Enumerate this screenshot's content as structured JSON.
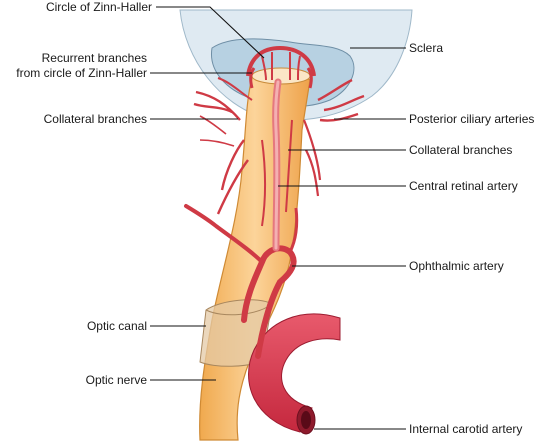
{
  "labels": {
    "circle_zinn_haller": "Circle of Zinn-Haller",
    "recurrent_line1": "Recurrent branches",
    "recurrent_line2": "from circle of Zinn-Haller",
    "collateral_left": "Collateral branches",
    "optic_canal": "Optic canal",
    "optic_nerve": "Optic nerve",
    "sclera": "Sclera",
    "posterior_ciliary": "Posterior ciliary arteries",
    "collateral_right": "Collateral branches",
    "central_retinal": "Central retinal artery",
    "ophthalmic": "Ophthalmic artery",
    "internal_carotid": "Internal carotid artery"
  },
  "colors": {
    "sclera_fill": "#dde9f1",
    "sclera_inner": "#b9d3e3",
    "nerve_fill": "#f7bf72",
    "nerve_edge": "#d98f2f",
    "artery": "#cf3a45",
    "artery_light": "#ef8e92",
    "carotid": "#d93950"
  }
}
